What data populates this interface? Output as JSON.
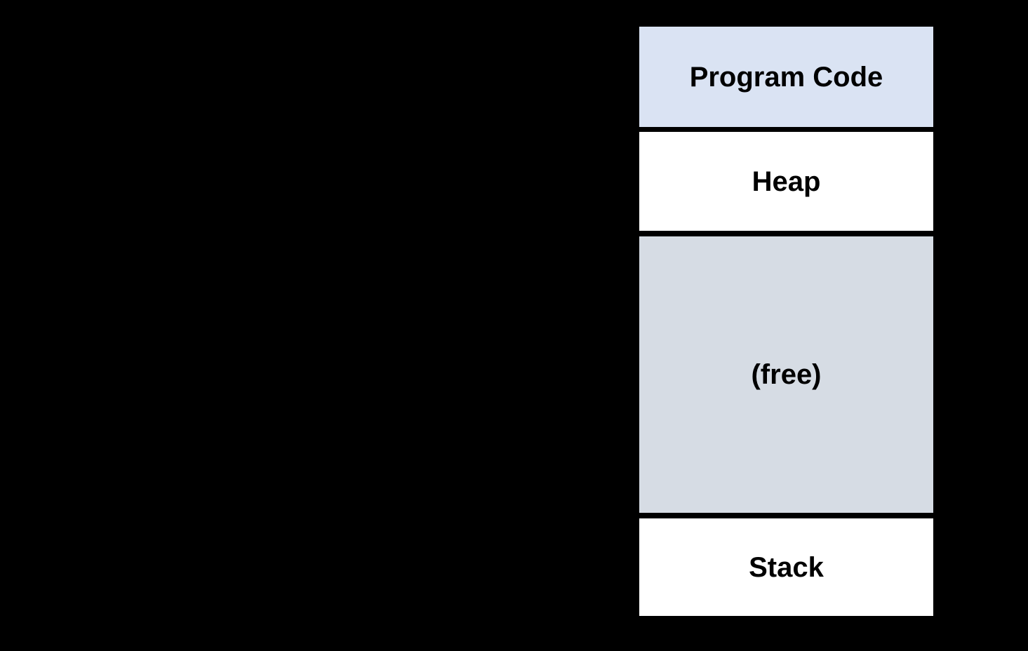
{
  "diagram": {
    "kind": "process-memory-layout",
    "background_color": "#000000",
    "separator_color": "#000000",
    "text_color": "#000000",
    "segments": [
      {
        "label": "Program Code",
        "fill": "#dae3f3"
      },
      {
        "label": "Heap",
        "fill": "#ffffff"
      },
      {
        "label": "(free)",
        "fill": "#d6dce4"
      },
      {
        "label": "Stack",
        "fill": "#ffffff"
      }
    ]
  }
}
